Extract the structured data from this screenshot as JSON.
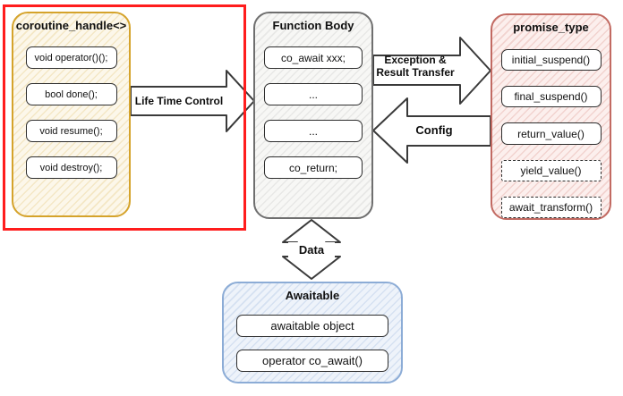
{
  "colors": {
    "highlight_border": "#ff1d1d",
    "coroutine_border": "#d5a32b",
    "coroutine_fill": "#fcf7ea",
    "function_border": "#6f6f6f",
    "function_fill": "#f7f7f5",
    "promise_border": "#c26a62",
    "promise_fill": "#fcefed",
    "awaitable_border": "#8cacd6",
    "awaitable_fill": "#eef3fa",
    "arrow_outline": "#3a3a3a"
  },
  "boxes": {
    "coroutine_handle": {
      "title": "coroutine_handle<>",
      "methods": [
        "void operator()();",
        "bool done();",
        "void resume();",
        "void destroy();"
      ]
    },
    "function_body": {
      "title": "Function Body",
      "statements": [
        "co_await xxx;",
        "...",
        "...",
        "co_return;"
      ]
    },
    "promise_type": {
      "title": "promise_type",
      "methods": [
        {
          "label": "initial_suspend()",
          "style": "solid"
        },
        {
          "label": "final_suspend()",
          "style": "solid"
        },
        {
          "label": "return_value()",
          "style": "solid"
        },
        {
          "label": "yield_value()",
          "style": "dashed"
        },
        {
          "label": "await_transform()",
          "style": "dashed"
        }
      ]
    },
    "awaitable": {
      "title": "Awaitable",
      "members": [
        "awaitable object",
        "operator co_await()"
      ]
    }
  },
  "arrows": {
    "life_time_control": {
      "label": "Life Time Control",
      "direction": "right"
    },
    "exception_result": {
      "line1": "Exception &",
      "line2": "Result Transfer",
      "direction": "right"
    },
    "config": {
      "label": "Config",
      "direction": "left"
    },
    "data": {
      "label": "Data",
      "direction": "both"
    }
  }
}
